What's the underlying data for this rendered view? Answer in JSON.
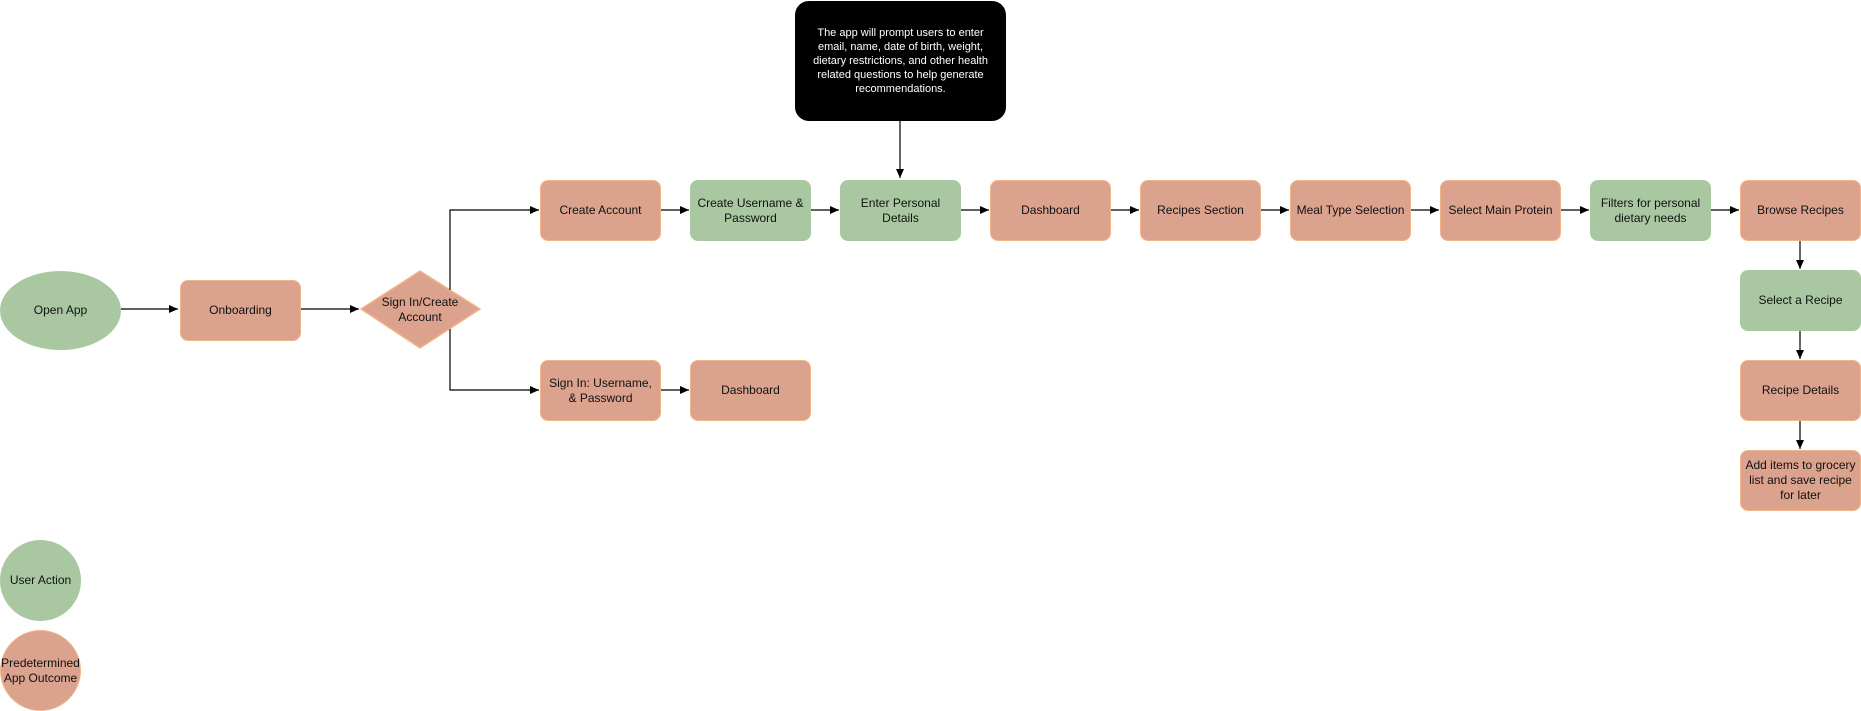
{
  "colors": {
    "user_action": "#a9c8a2",
    "app_outcome": "#dba28e",
    "app_outcome_border": "#f2b58a",
    "note_bg": "#000000",
    "note_text": "#ffffff",
    "edge": "#000000"
  },
  "nodes": {
    "open_app": "Open App",
    "onboarding": "Onboarding",
    "decision": "Sign In/Create Account",
    "create_account": "Create Account",
    "create_username": "Create Username & Password",
    "enter_details": "Enter Personal Details",
    "dashboard_top": "Dashboard",
    "recipes_section": "Recipes Section",
    "meal_type": "Meal Type Selection",
    "main_protein": "Select Main Protein",
    "filters": "Filters for personal dietary needs",
    "browse": "Browse Recipes",
    "select_recipe": "Select a Recipe",
    "recipe_details": "Recipe Details",
    "grocery": "Add items to grocery list and save recipe for later",
    "sign_in": "Sign In: Username, & Password",
    "dashboard_bottom": "Dashboard"
  },
  "note": "The app will prompt users to enter email, name, date of birth, weight, dietary restrictions, and other health related questions to help generate recommendations.",
  "legend": {
    "user_action": "User Action",
    "app_outcome": "Predetermined App Outcome"
  }
}
